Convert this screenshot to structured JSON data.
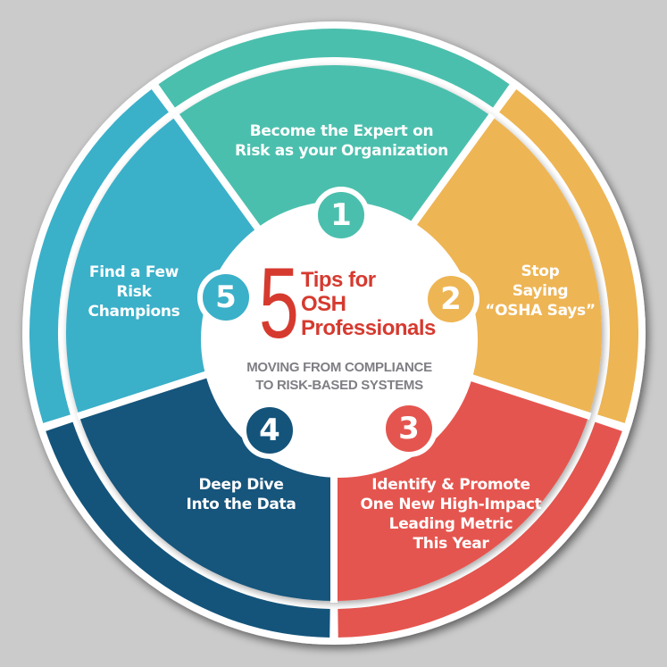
{
  "title": {
    "number": "5",
    "lines": "Tips for\nOSH\nProfessionals",
    "subtitle": "MOVING FROM COMPLIANCE\nTO RISK-BASED SYSTEMS"
  },
  "colors": {
    "background": "#cbcbcb",
    "title_red": "#d63a2f",
    "subtitle_gray": "#7e7e84",
    "tip1": "#4bbfad",
    "tip2": "#eeb554",
    "tip3": "#e5554f",
    "tip4": "#14547b",
    "tip5": "#3bb0c9",
    "white": "#ffffff"
  },
  "tips": [
    {
      "number": "1",
      "label": "Become the Expert on\nRisk as your Organization"
    },
    {
      "number": "2",
      "label": "Stop\nSaying\n“OSHA Says”"
    },
    {
      "number": "3",
      "label": "Identify & Promote\nOne New High-Impact\nLeading Metric\nThis Year"
    },
    {
      "number": "4",
      "label": "Deep Dive\nInto the Data"
    },
    {
      "number": "5",
      "label": "Find a Few\nRisk\nChampions"
    }
  ]
}
